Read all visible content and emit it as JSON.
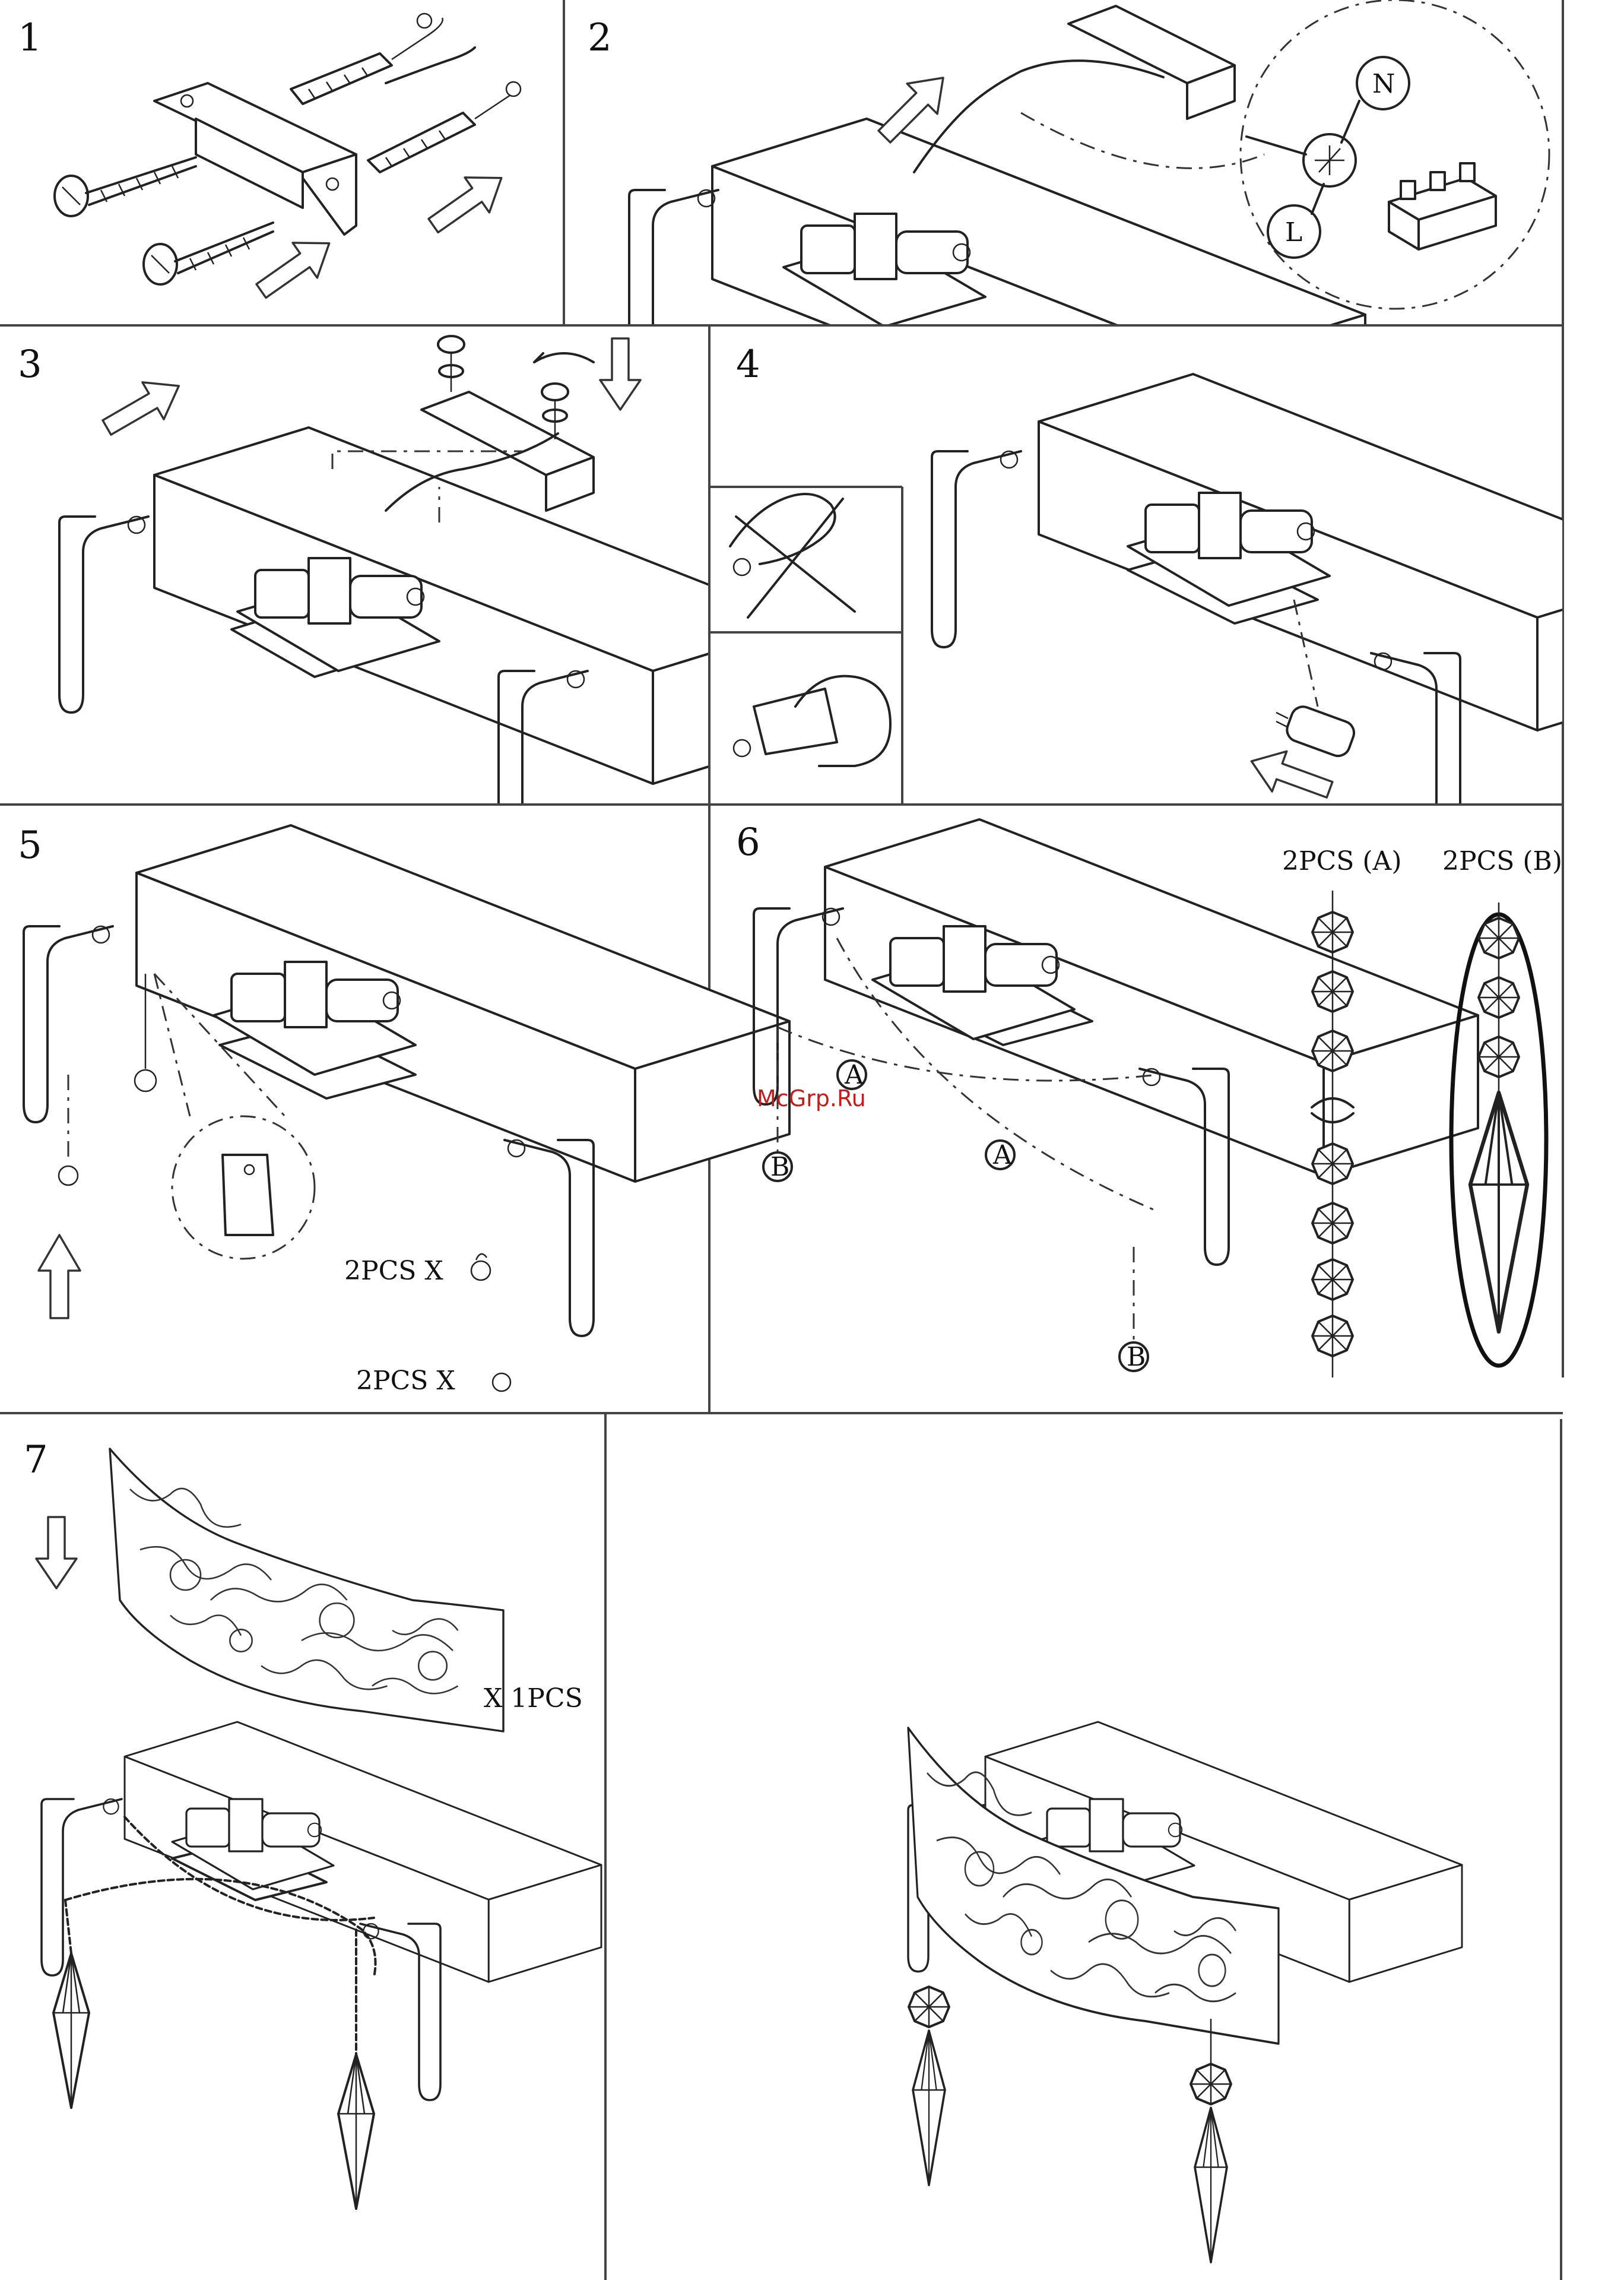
{
  "steps": [
    {
      "number": "1"
    },
    {
      "number": "2"
    },
    {
      "number": "3"
    },
    {
      "number": "4"
    },
    {
      "number": "5"
    },
    {
      "number": "6"
    },
    {
      "number": "7"
    }
  ],
  "wiring_terminals": {
    "neutral": "N",
    "live": "L"
  },
  "step5": {
    "qty_small_ring": "2PCS  X",
    "qty_small_circle": "2PCS  X"
  },
  "step6": {
    "chain_a_label": "2PCS (A)",
    "chain_b_label": "2PCS (B)",
    "route_a": "A",
    "route_b": "B"
  },
  "step7": {
    "qty_panel": "X  1PCS"
  },
  "watermark": "McGrp.Ru"
}
